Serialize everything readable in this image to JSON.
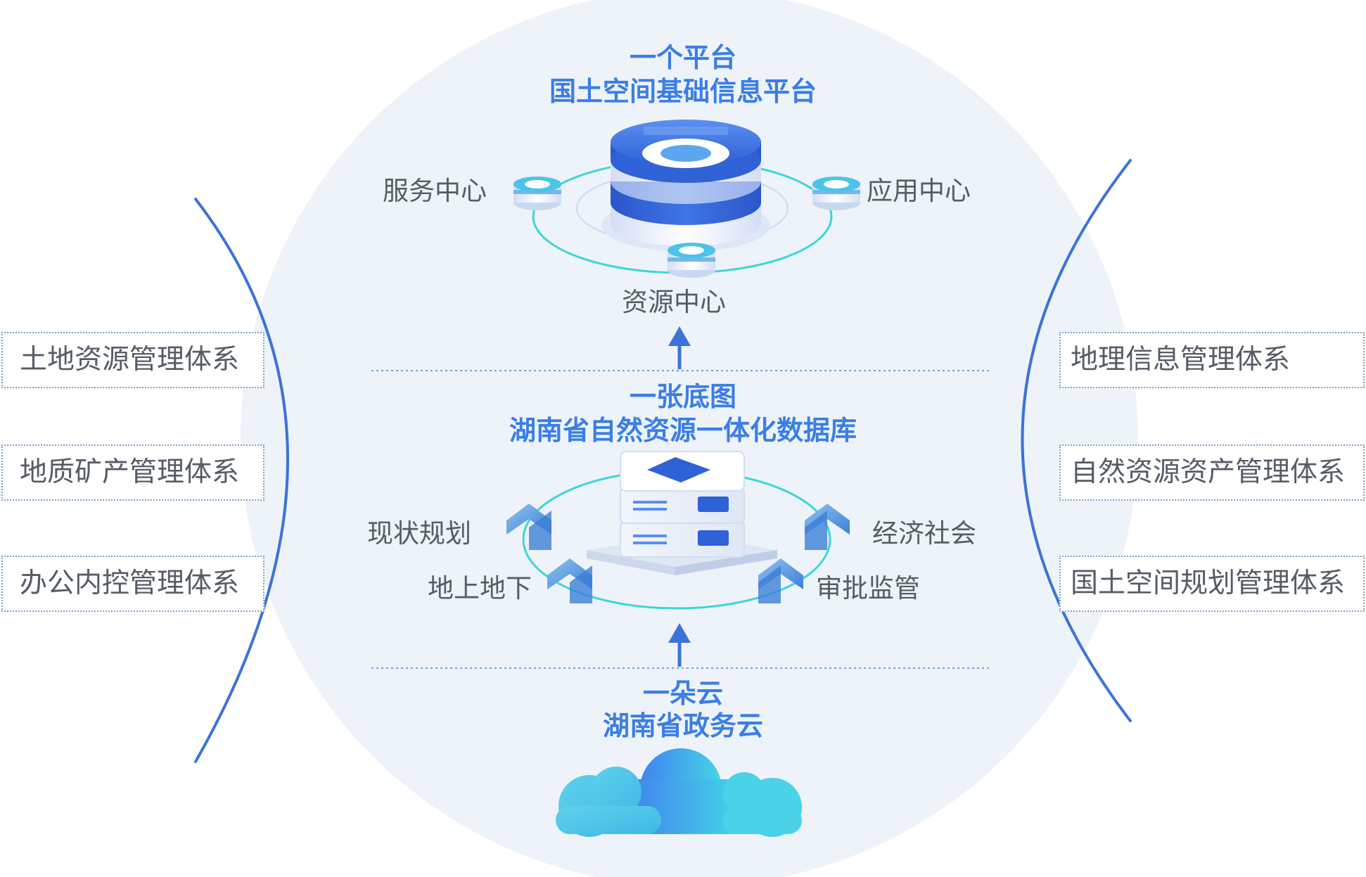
{
  "platform": {
    "title_line1": "一个平台",
    "title_line2": "国土空间基础信息平台",
    "nodes": {
      "service_center": "服务中心",
      "application_center": "应用中心",
      "resource_center": "资源中心"
    }
  },
  "basemap": {
    "title_line1": "一张底图",
    "title_line2": "湖南省自然资源一体化数据库",
    "nodes": {
      "current_planning": "现状规划",
      "above_below_ground": "地上地下",
      "economy_society": "经济社会",
      "approval_supervision": "审批监管"
    }
  },
  "cloud": {
    "title_line1": "一朵云",
    "title_line2": "湖南省政务云"
  },
  "left_systems": [
    "土地资源管理体系",
    "地质矿产管理体系",
    "办公内控管理体系"
  ],
  "right_systems": [
    "地理信息管理体系",
    "自然资源资产管理体系",
    "国土空间规划管理体系"
  ],
  "colors": {
    "accent": "#3a7ee6",
    "circle_bg": "#eef3fa",
    "arc": "#3d73d9",
    "ring": "#3ed6d6",
    "text": "#555c66"
  }
}
